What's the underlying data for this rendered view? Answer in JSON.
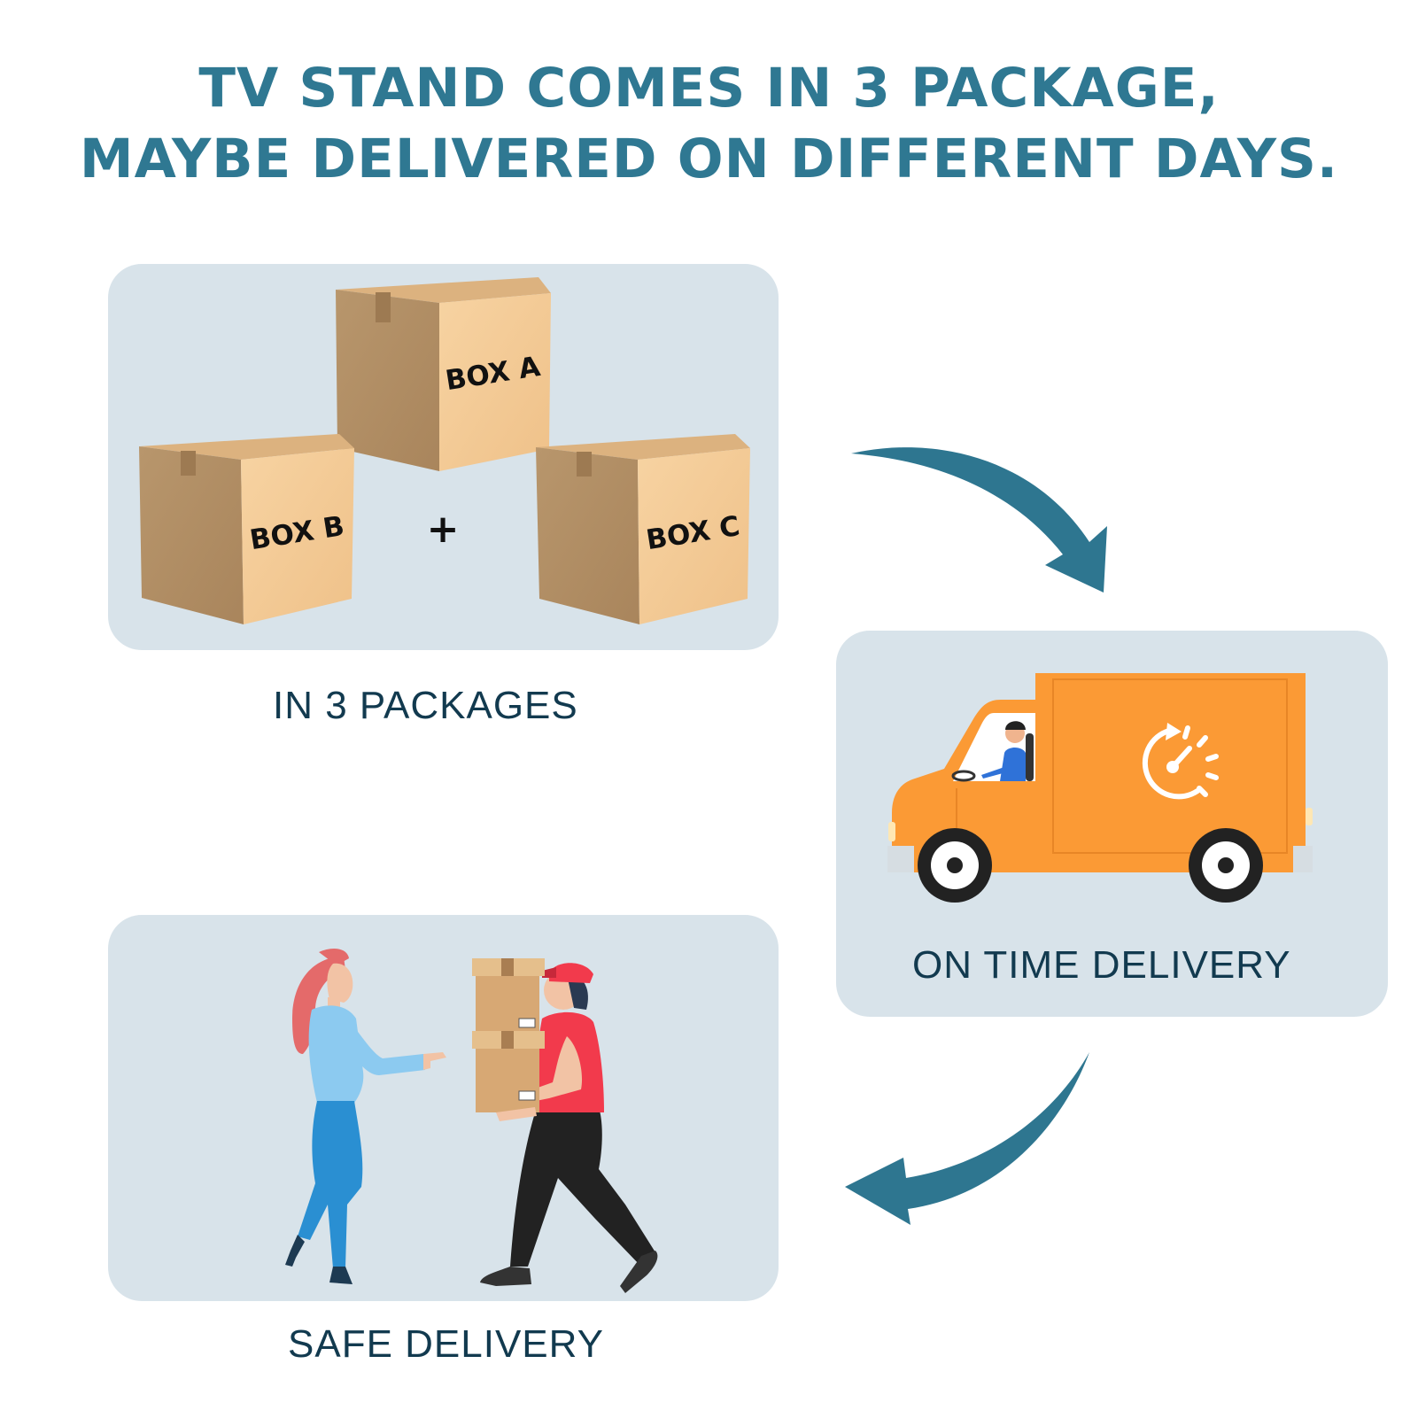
{
  "headline": {
    "line1": "TV STAND COMES IN 3 PACKAGE,",
    "line2": "MAYBE DELIVERED ON DIFFERENT DAYS."
  },
  "packages_panel": {
    "boxes": [
      "BOX A",
      "BOX B",
      "BOX C"
    ],
    "plus": "+",
    "caption": "IN 3 PACKAGES"
  },
  "truck_panel": {
    "caption": "ON TIME DELIVERY",
    "icon": "stopwatch-icon"
  },
  "safe_panel": {
    "caption": "SAFE DELIVERY"
  },
  "colors": {
    "title": "#2f7892",
    "caption": "#123a4f",
    "panel": "#d8e3ea",
    "arrow": "#2e7690",
    "truck": "#fb9a35",
    "box_front": "#f4cb96",
    "box_side": "#b59066"
  }
}
